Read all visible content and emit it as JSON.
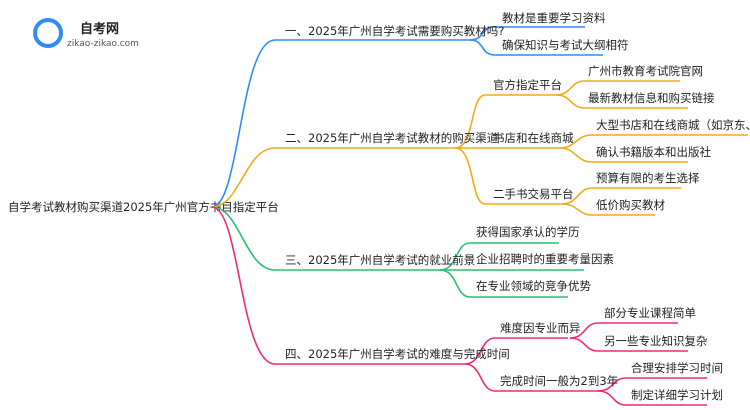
{
  "logo": {
    "name": "自考网",
    "domain": "zikao-zikao.com"
  },
  "root": "自学考试教材购买渠道2025年广州官方书目指定平台",
  "branches": [
    {
      "label": "一、2025年广州自学考试需要购买教材吗?",
      "color": "#2f8cf4",
      "children": [
        {
          "label": "教材是重要学习资料"
        },
        {
          "label": "确保知识与考试大纲相符"
        }
      ]
    },
    {
      "label": "二、2025年广州自学考试教材的购买渠道",
      "color": "#f5a81c",
      "children": [
        {
          "label": "官方指定平台",
          "children": [
            {
              "label": "广州市教育考试院官网"
            },
            {
              "label": "最新教材信息和购买链接"
            }
          ]
        },
        {
          "label": "书店和在线商城",
          "children": [
            {
              "label": "大型书店和在线商城（如京东、淘宝）"
            },
            {
              "label": "确认书籍版本和出版社"
            }
          ]
        },
        {
          "label": "二手书交易平台",
          "children": [
            {
              "label": "预算有限的考生选择"
            },
            {
              "label": "低价购买教材"
            }
          ]
        }
      ]
    },
    {
      "label": "三、2025年广州自学考试的就业前景",
      "color": "#27c06e",
      "children": [
        {
          "label": "获得国家承认的学历"
        },
        {
          "label": "企业招聘时的重要考量因素"
        },
        {
          "label": "在专业领域的竞争优势"
        }
      ]
    },
    {
      "label": "四、2025年广州自学考试的难度与完成时间",
      "color": "#f0287a",
      "children": [
        {
          "label": "难度因专业而异",
          "children": [
            {
              "label": "部分专业课程简单"
            },
            {
              "label": "另一些专业知识复杂"
            }
          ]
        },
        {
          "label": "完成时间一般为2到3年",
          "children": [
            {
              "label": "合理安排学习时间"
            },
            {
              "label": "制定详细学习计划"
            }
          ]
        }
      ]
    }
  ]
}
